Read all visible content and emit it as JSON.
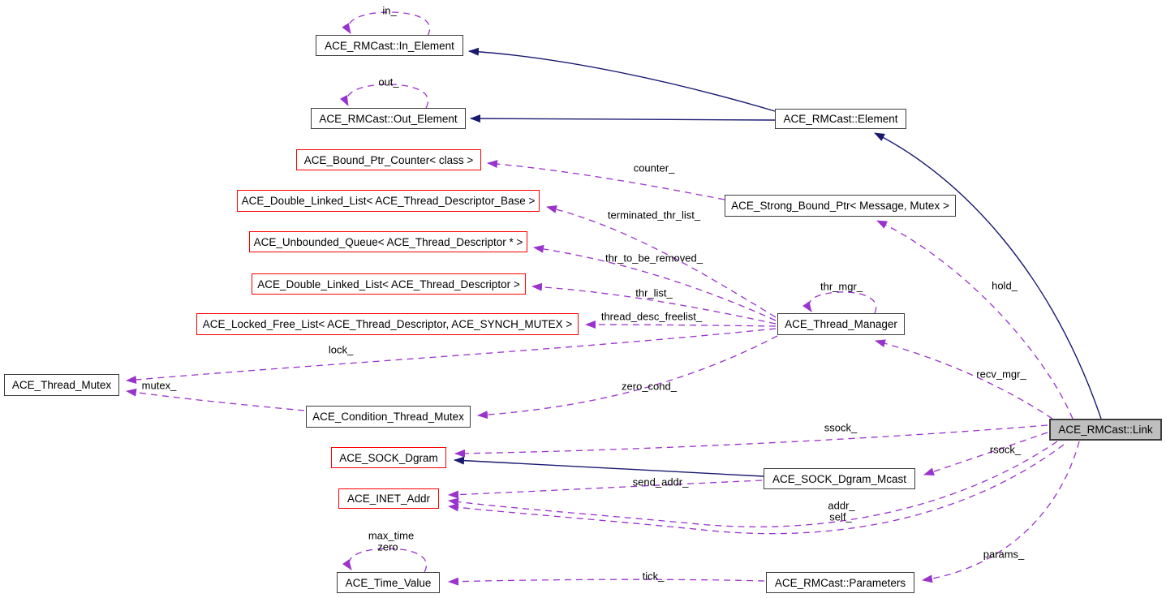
{
  "diagram": {
    "kind": "collaboration-graph",
    "focus_node": "ACE_RMCast::Link",
    "colors": {
      "background": "#ffffff",
      "solid_edge": "#191970",
      "dashed_edge": "#9a32cd",
      "node_border": "#3c3c3c",
      "truncated_node_border": "#ff0000",
      "focus_node_fill": "#bfbfbf",
      "text": "#000000"
    },
    "nodes": {
      "in_element": {
        "label": "ACE_RMCast::In_Element"
      },
      "out_element": {
        "label": "ACE_RMCast::Out_Element"
      },
      "bound_ptr_counter": {
        "label": "ACE_Bound_Ptr_Counter< class >"
      },
      "dll_base": {
        "label": "ACE_Double_Linked_List< ACE_Thread_Descriptor_Base >"
      },
      "unbounded_queue": {
        "label": "ACE_Unbounded_Queue< ACE_Thread_Descriptor * >"
      },
      "dll_desc": {
        "label": "ACE_Double_Linked_List< ACE_Thread_Descriptor >"
      },
      "locked_free_list": {
        "label": "ACE_Locked_Free_List< ACE_Thread_Descriptor, ACE_SYNCH_MUTEX >"
      },
      "thread_mutex": {
        "label": "ACE_Thread_Mutex"
      },
      "condition_thread_mutex": {
        "label": "ACE_Condition_Thread_Mutex"
      },
      "sock_dgram": {
        "label": "ACE_SOCK_Dgram"
      },
      "inet_addr": {
        "label": "ACE_INET_Addr"
      },
      "time_value": {
        "label": "ACE_Time_Value"
      },
      "element": {
        "label": "ACE_RMCast::Element"
      },
      "strong_bound_ptr": {
        "label": "ACE_Strong_Bound_Ptr< Message, Mutex >"
      },
      "thread_manager": {
        "label": "ACE_Thread_Manager"
      },
      "sock_dgram_mcast": {
        "label": "ACE_SOCK_Dgram_Mcast"
      },
      "parameters": {
        "label": "ACE_RMCast::Parameters"
      },
      "link": {
        "label": "ACE_RMCast::Link"
      }
    },
    "labels": {
      "in": "in_",
      "out": "out_",
      "counter": "counter_",
      "terminated_thr_list": "terminated_thr_list_",
      "thr_to_be_removed": "thr_to_be_removed_",
      "thr_list": "thr_list_",
      "thread_desc_freelist": "thread_desc_freelist_",
      "lock": "lock_",
      "mutex": "mutex_",
      "zero_cond": "zero_cond_",
      "thr_mgr": "thr_mgr_",
      "hold": "hold_",
      "recv_mgr": "recv_mgr_",
      "ssock": "ssock_",
      "rsock": "rsock_",
      "send_addr": "send_addr_",
      "addr": "addr_",
      "self": "self_",
      "max_time": "max_time",
      "zero": "zero",
      "tick": "tick_",
      "params": "params_"
    }
  }
}
